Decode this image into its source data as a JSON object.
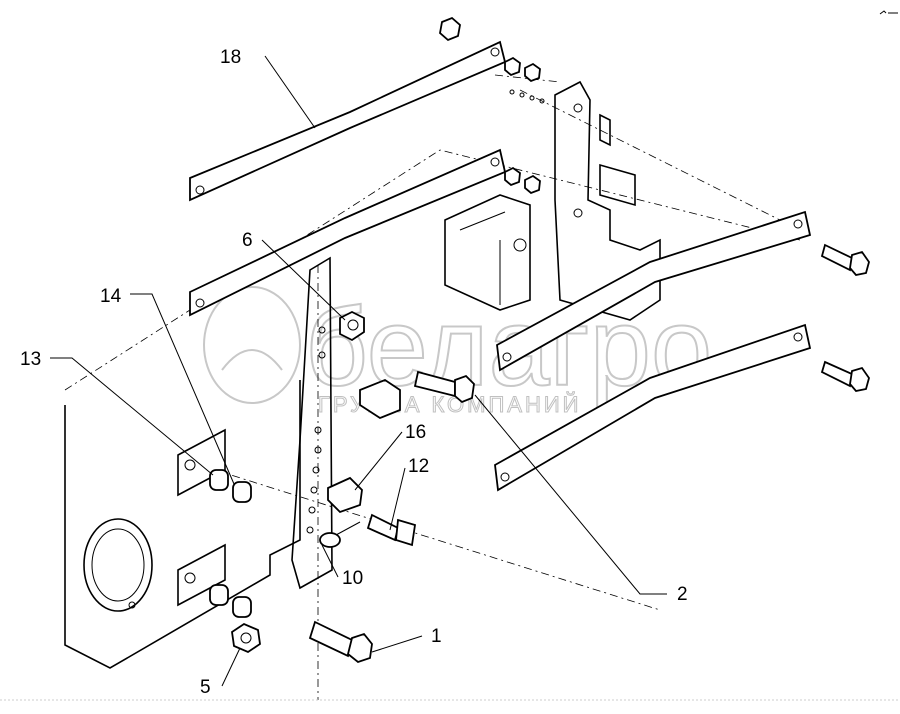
{
  "diagram": {
    "callouts": [
      {
        "id": "c18",
        "label": "18"
      },
      {
        "id": "c6",
        "label": "6"
      },
      {
        "id": "c14",
        "label": "14"
      },
      {
        "id": "c13",
        "label": "13"
      },
      {
        "id": "c16",
        "label": "16"
      },
      {
        "id": "c12",
        "label": "12"
      },
      {
        "id": "c10",
        "label": "10"
      },
      {
        "id": "c2",
        "label": "2"
      },
      {
        "id": "c1",
        "label": "1"
      },
      {
        "id": "c5",
        "label": "5"
      }
    ],
    "watermark": {
      "brand": "белагро",
      "tagline": "ГРУППА КОМПАНИЙ"
    },
    "line_color": "#000000",
    "background": "#ffffff"
  }
}
